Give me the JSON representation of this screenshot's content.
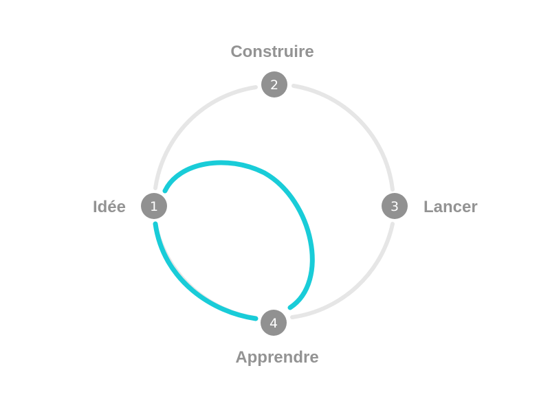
{
  "colors": {
    "ring": "#e6e6e6",
    "loop": "#19ccd8",
    "node_fill": "#919191",
    "node_text": "#ffffff",
    "label": "#939393"
  },
  "stages": [
    {
      "number": "1",
      "label": "Idée"
    },
    {
      "number": "2",
      "label": "Construire"
    },
    {
      "number": "3",
      "label": "Lancer"
    },
    {
      "number": "4",
      "label": "Apprendre"
    }
  ]
}
